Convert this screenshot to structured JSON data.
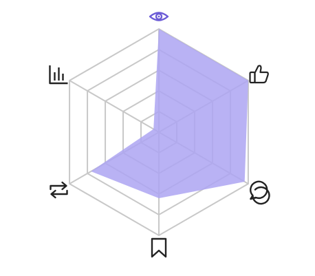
{
  "colors": {
    "grid": "#c8c8c8",
    "fill": "#ada4f2",
    "icon": "#222222",
    "accent": "#6b5bd6"
  },
  "chart_data": {
    "type": "radar",
    "levels": 5,
    "range": [
      0,
      1
    ],
    "axes": [
      {
        "icon": "eye-icon",
        "value": 1.0,
        "highlight": true
      },
      {
        "icon": "thumbs-up-icon",
        "value": 1.0
      },
      {
        "icon": "comment-icon",
        "value": 0.96
      },
      {
        "icon": "bookmark-icon",
        "value": 0.64
      },
      {
        "icon": "repost-icon",
        "value": 0.76
      },
      {
        "icon": "bar-chart-icon",
        "value": 0.06
      }
    ]
  }
}
